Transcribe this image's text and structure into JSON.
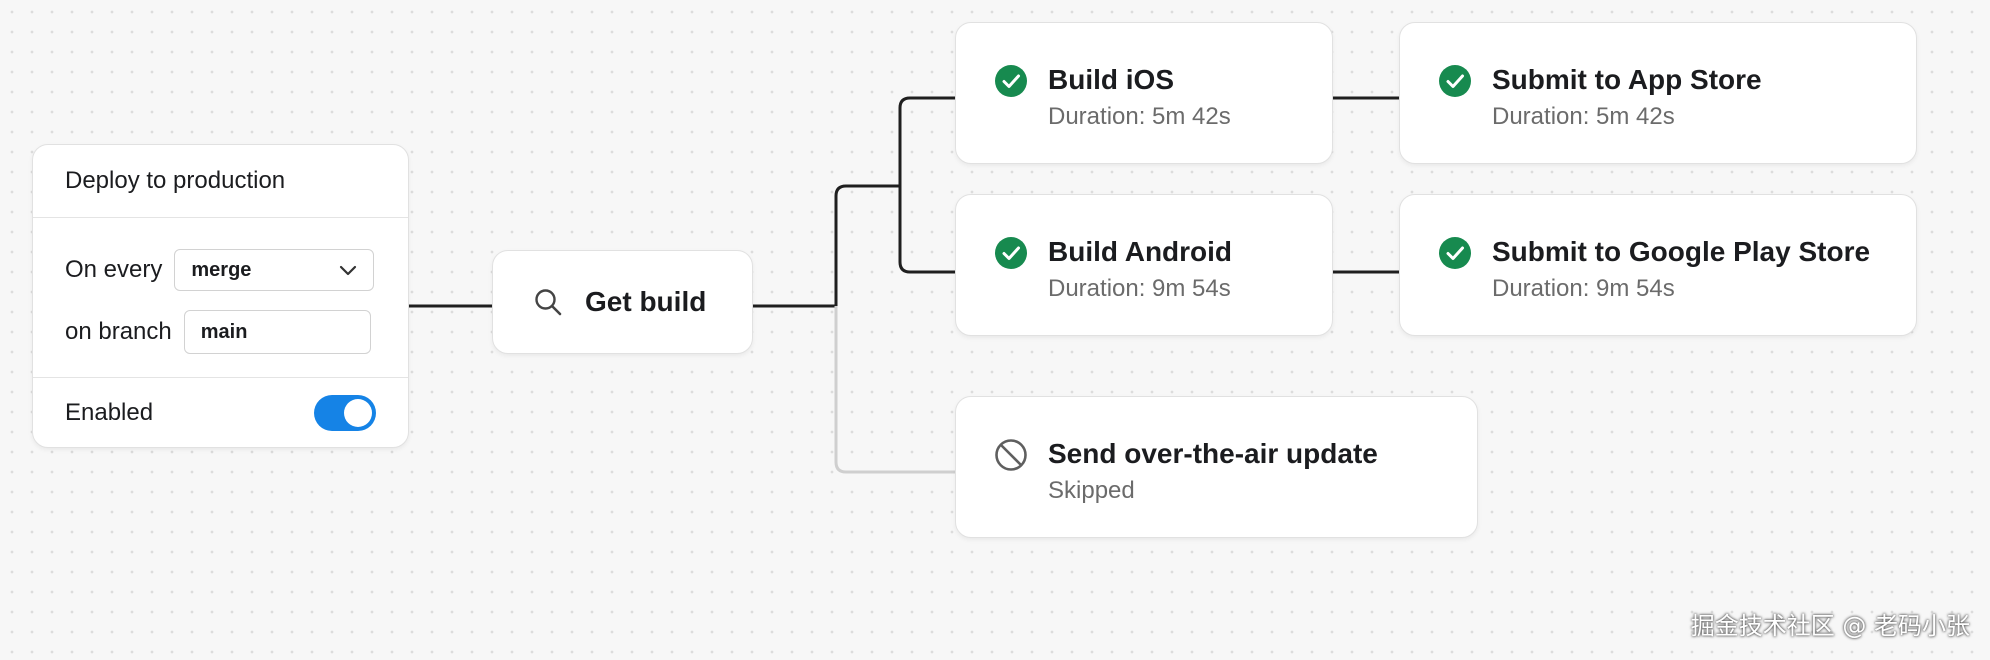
{
  "trigger": {
    "title": "Deploy to production",
    "on_every_label": "On every",
    "event_value": "merge",
    "on_branch_label": "on branch",
    "branch_value": "main",
    "enabled_label": "Enabled",
    "enabled": true,
    "toggle_color": "#1583e6"
  },
  "get_build": {
    "title": "Get build",
    "icon": "search-icon"
  },
  "jobs": {
    "build_ios": {
      "title": "Build iOS",
      "subtitle": "Duration: 5m 42s",
      "status": "success",
      "icon": "check-circle-icon"
    },
    "build_android": {
      "title": "Build Android",
      "subtitle": "Duration: 9m 54s",
      "status": "success",
      "icon": "check-circle-icon"
    },
    "submit_app_store": {
      "title": "Submit to App Store",
      "subtitle": "Duration: 5m 42s",
      "status": "success",
      "icon": "check-circle-icon"
    },
    "submit_google_play": {
      "title": "Submit to Google Play Store",
      "subtitle": "Duration: 9m 54s",
      "status": "success",
      "icon": "check-circle-icon"
    },
    "ota_update": {
      "title": "Send over-the-air update",
      "subtitle": "Skipped",
      "status": "skipped",
      "icon": "skipped-icon"
    }
  },
  "colors": {
    "success": "#178a4f",
    "active_line": "#1f1f1f",
    "skipped_line": "#cfcfcf",
    "skipped_icon": "#5f5f5f"
  },
  "watermark": "掘金技术社区 @ 老码小张"
}
